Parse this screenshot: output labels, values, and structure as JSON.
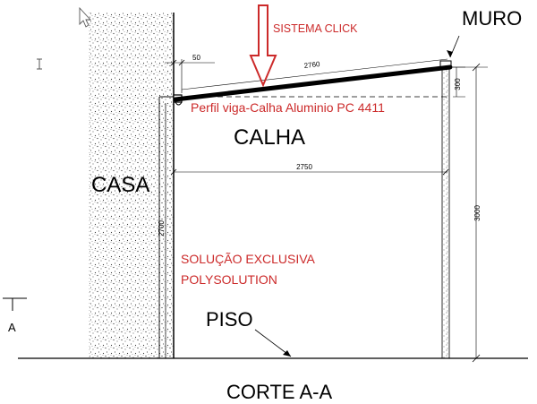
{
  "labels": {
    "muro": "MURO",
    "calha": "CALHA",
    "casa": "CASA",
    "piso": "PISO",
    "corte": "CORTE A-A",
    "section_marker": "A"
  },
  "annotations": {
    "sistema_click": "SISTEMA CLICK",
    "perfil": "Perfil viga-Calha Aluminio PC 4411",
    "solucao_line1": "SOLUÇÃO EXCLUSIVA",
    "solucao_line2": "POLYSOLUTION"
  },
  "dimensions": {
    "overhang": "50",
    "roof_length": "2760",
    "span": "2750",
    "wall_rise": "300",
    "total_height": "3000",
    "left_height": "2700"
  },
  "colors": {
    "annotation": "#cc2a2a",
    "linework": "#000000"
  },
  "icons": {
    "cursor": "arrow-cursor-icon",
    "text_cursor": "text-cursor-icon"
  }
}
